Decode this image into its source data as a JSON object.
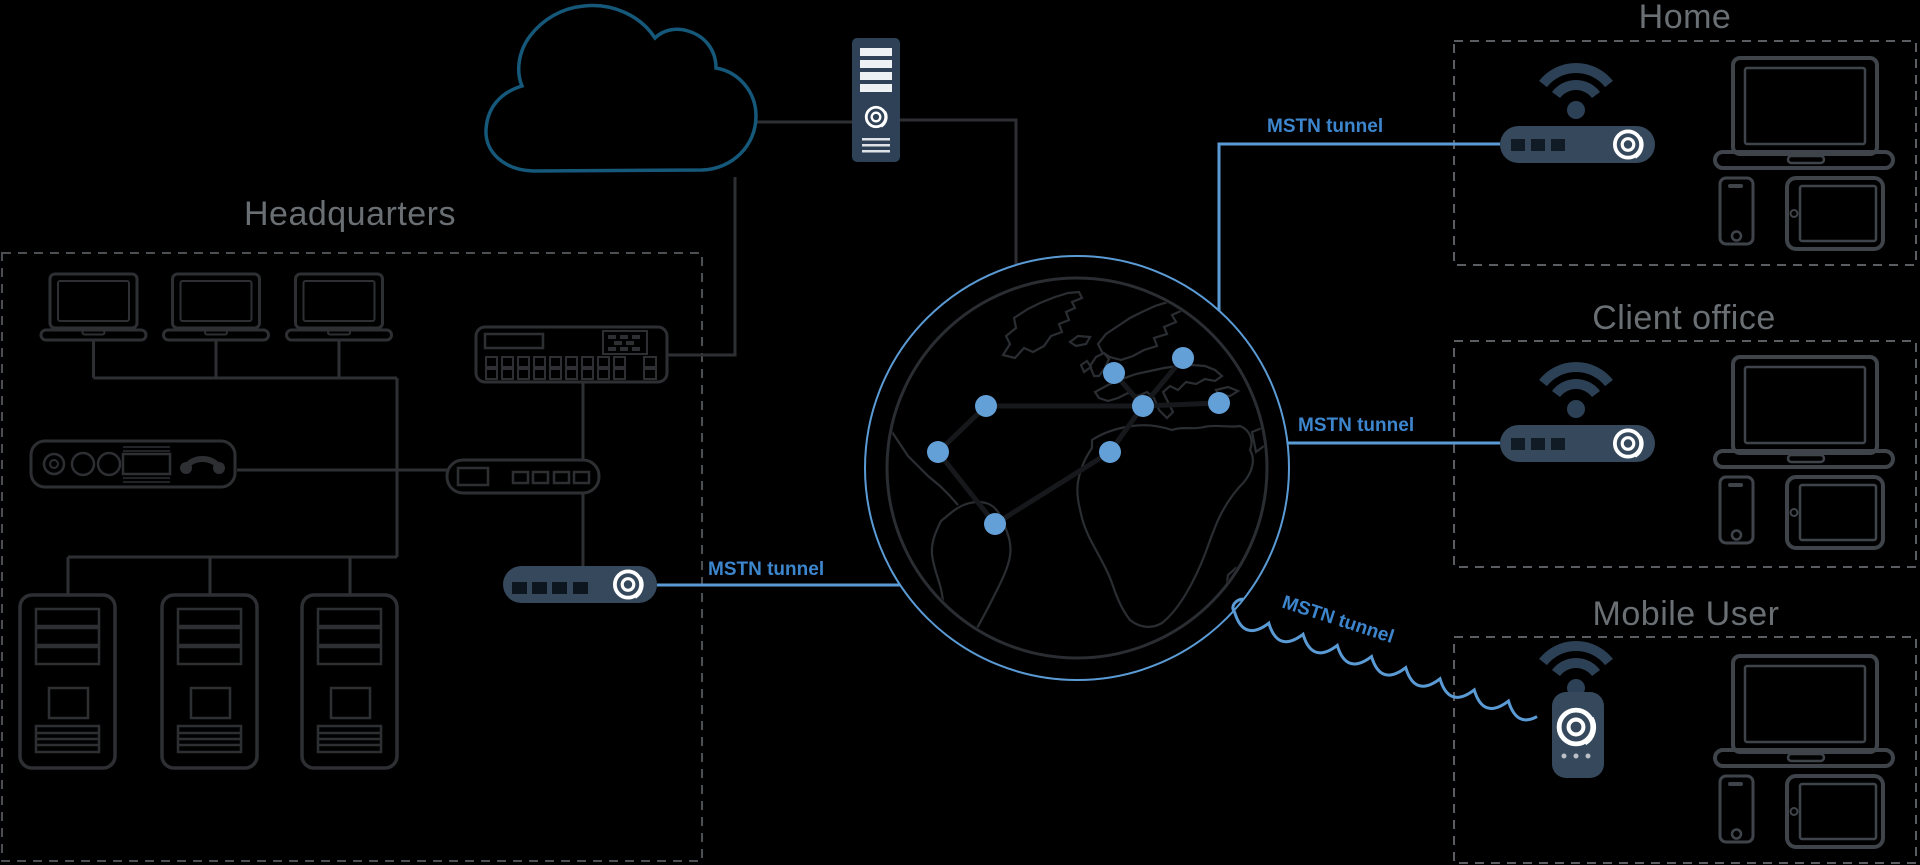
{
  "diagram": {
    "type": "network-topology",
    "background": "#000000",
    "sections": {
      "headquarters": {
        "title": "Headquarters"
      },
      "home": {
        "title": "Home"
      },
      "client_office": {
        "title": "Client office"
      },
      "mobile_user": {
        "title": "Mobile User"
      }
    },
    "tunnels": {
      "headquarters": {
        "label": "MSTN tunnel"
      },
      "home": {
        "label": "MSTN tunnel"
      },
      "client_office": {
        "label": "MSTN tunnel"
      },
      "mobile_user": {
        "label": "MSTN tunnel"
      }
    },
    "colors": {
      "tunnel_blue": "#5b9bd5",
      "label_blue": "#3d86cd",
      "node_blue": "#64a0d8",
      "device_navy": "#36495c",
      "wifi_navy": "#2c4155",
      "cloud_teal": "#15587a",
      "hq_outline": "#2d2f33",
      "remote_outline": "#3f444b",
      "title_gray": "#6a6f74",
      "dashed_border_hq": "#4b4e52",
      "dashed_border_remote": "#5a5d61",
      "logo_white": "#ffffff"
    },
    "icons": {
      "cloud": "cloud-outline-icon",
      "vpn_server": "server-tower-icon",
      "internet": "globe-with-network-nodes-icon",
      "wifi": "wifi-arcs-icon",
      "router": "router-with-spiral-logo-icon",
      "mobile_hotspot": "usb-dongle-with-spiral-logo-icon",
      "laptop": "laptop-outline-icon",
      "smartphone": "smartphone-outline-icon",
      "tablet": "tablet-outline-icon",
      "phone_gateway": "analog-phone-gateway-icon",
      "pbx": "pbx-appliance-icon",
      "switch": "network-switch-icon",
      "server_rack": "tower-server-icon"
    }
  }
}
